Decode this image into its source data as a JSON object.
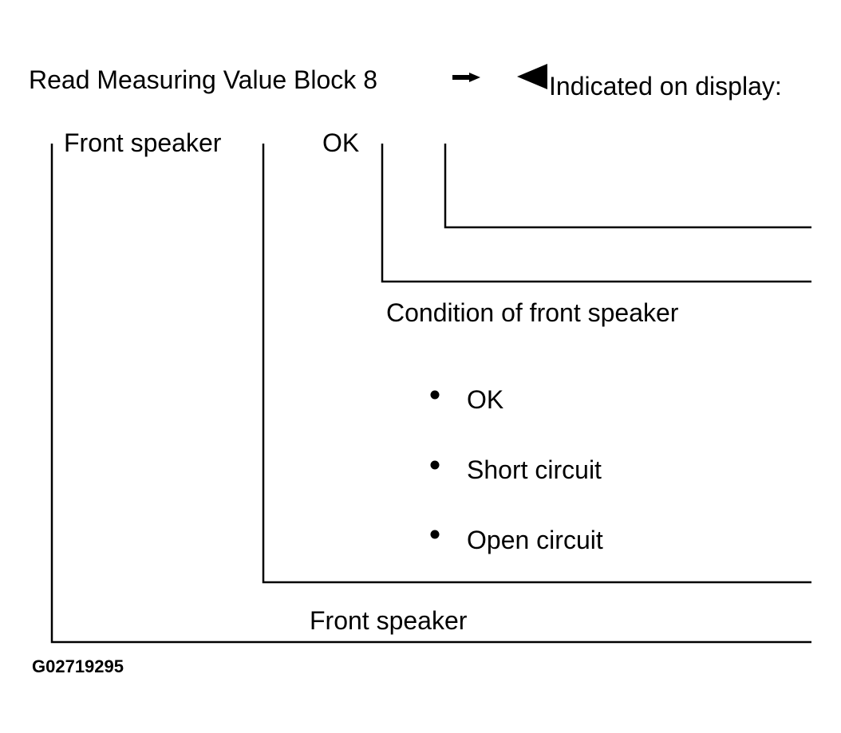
{
  "header": {
    "title": "Read Measuring Value Block 8",
    "arrow_icon": "right-arrow-icon",
    "display_icon": "left-triangle-icon",
    "indicated_label": "Indicated on display:"
  },
  "display_row": {
    "field_1": "Front speaker",
    "field_2": "OK"
  },
  "legend": {
    "condition_title": "Condition of front speaker",
    "bullets": [
      "OK",
      "Short circuit",
      "Open circuit"
    ],
    "group_label": "Front speaker"
  },
  "figure_id": "G02719295",
  "colors": {
    "ink": "#000000",
    "background": "#ffffff"
  }
}
